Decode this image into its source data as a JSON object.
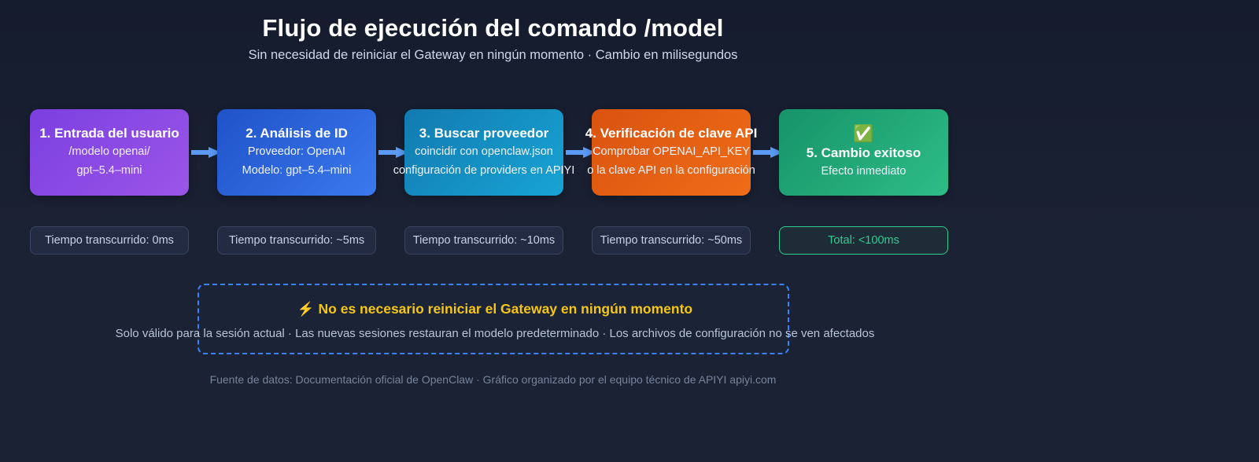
{
  "header": {
    "title": "Flujo de ejecución del comando /model",
    "subtitle": "Sin necesidad de reiniciar el Gateway en ningún momento · Cambio en milisegundos"
  },
  "colors": {
    "background": "#161d2e",
    "arrow": "#5b9bf5",
    "accent_green": "#2ecc8f",
    "accent_yellow": "#f5c518",
    "callout_border": "#3b82f6",
    "node1": "#9b55e8",
    "node2": "#3b79ef",
    "node3": "#17a4d4",
    "node4": "#ef6d18",
    "node5": "#2ebd85"
  },
  "flow": {
    "arrow_icon": "arrow-right-icon",
    "nodes": [
      {
        "id": "node1",
        "title": "1. Entrada del usuario",
        "line1": "/modelo openai/",
        "line2": "gpt–5.4–mini",
        "emoji": "",
        "timing": "Tiempo transcurrido: 0ms"
      },
      {
        "id": "node2",
        "title": "2. Análisis de ID",
        "line1": "Proveedor: OpenAI",
        "line2": "Modelo: gpt–5.4–mini",
        "emoji": "",
        "timing": "Tiempo transcurrido: ~5ms"
      },
      {
        "id": "node3",
        "title": "3. Buscar proveedor",
        "line1": "coincidir con openclaw.json",
        "line2": "configuración de providers en APIYI",
        "emoji": "",
        "timing": "Tiempo transcurrido: ~10ms"
      },
      {
        "id": "node4",
        "title": "4. Verificación de clave API",
        "line1": "Comprobar OPENAI_API_KEY",
        "line2": "o la clave API en la configuración",
        "emoji": "",
        "timing": "Tiempo transcurrido: ~50ms"
      },
      {
        "id": "node5",
        "title": "5. Cambio exitoso",
        "line1": "Efecto inmediato",
        "line2": "",
        "emoji": "✅",
        "timing": "Total: <100ms"
      }
    ]
  },
  "callout": {
    "heading": "⚡ No es necesario reiniciar el Gateway en ningún momento",
    "subtext": "Solo válido para la sesión actual · Las nuevas sesiones restauran el modelo predeterminado · Los archivos de configuración no se ven afectados"
  },
  "footer": {
    "text": "Fuente de datos: Documentación oficial de OpenClaw · Gráfico organizado por el equipo técnico de APIYI apiyi.com"
  }
}
